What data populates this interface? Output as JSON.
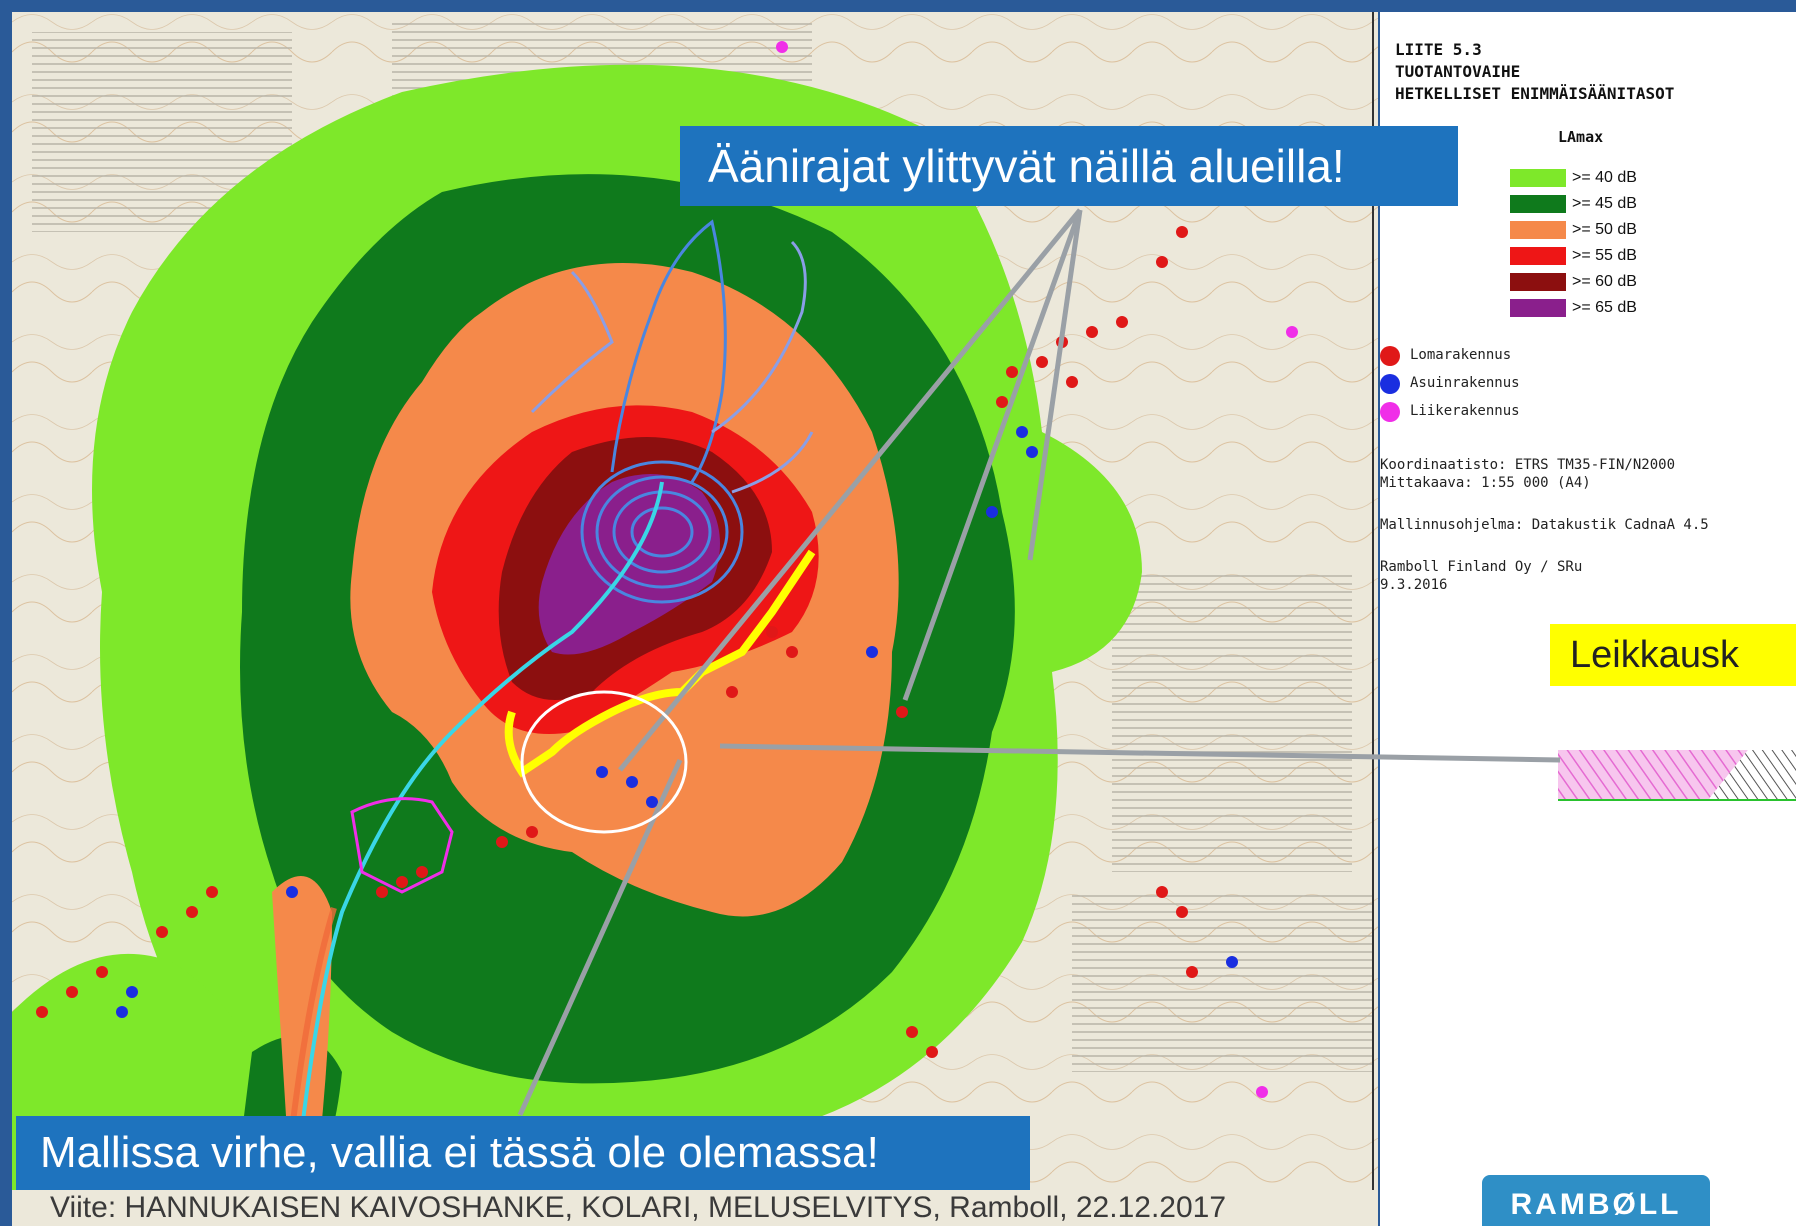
{
  "legend": {
    "title_lines": [
      "LIITE 5.3",
      "TUOTANTOVAIHE",
      "HETKELLISET ENIMMÄISÄÄNITASOT"
    ],
    "lamax_heading": "LAmax",
    "levels": [
      {
        "label": ">= 40 dB",
        "color": "#7ee82a"
      },
      {
        "label": ">= 45 dB",
        "color": "#0f7a1c"
      },
      {
        "label": ">= 50 dB",
        "color": "#f5894a"
      },
      {
        "label": ">= 55 dB",
        "color": "#ee1616"
      },
      {
        "label": ">= 60 dB",
        "color": "#8c0f0f"
      },
      {
        "label": ">= 65 dB",
        "color": "#8a1f8c"
      }
    ],
    "buildings": [
      {
        "label": "Lomarakennus",
        "color": "#e01818"
      },
      {
        "label": "Asuinrakennus",
        "color": "#1a2ee0"
      },
      {
        "label": "Liikerakennus",
        "color": "#f02ee8"
      }
    ],
    "info": {
      "coordinates": "Koordinaatisto: ETRS TM35-FIN/N2000",
      "scale": "Mittakaava: 1:55 000 (A4)",
      "software": "Mallinnusohjelma: Datakustik CadnaA 4.5",
      "author": "Ramboll Finland Oy / SRu",
      "date": "9.3.2016"
    }
  },
  "section_label": "Leikkausk",
  "logo_text": "RAMBØLL",
  "callouts": {
    "top": "Äänirajat ylittyvät näillä alueilla!",
    "bottom": "Mallissa virhe, vallia ei tässä ole olemassa!"
  },
  "source": "Viite: HANNUKAISEN KAIVOSHANKE, KOLARI, MELUSELVITYS, Ramboll, 22.12.2017",
  "colors": {
    "slide_border": "#2a5a98",
    "callout": "#1e73be",
    "highlight_circle": "#ffffff",
    "wall_line": "#ffff00",
    "road": "#3ad6e6",
    "pit": "#3a7bd5"
  }
}
